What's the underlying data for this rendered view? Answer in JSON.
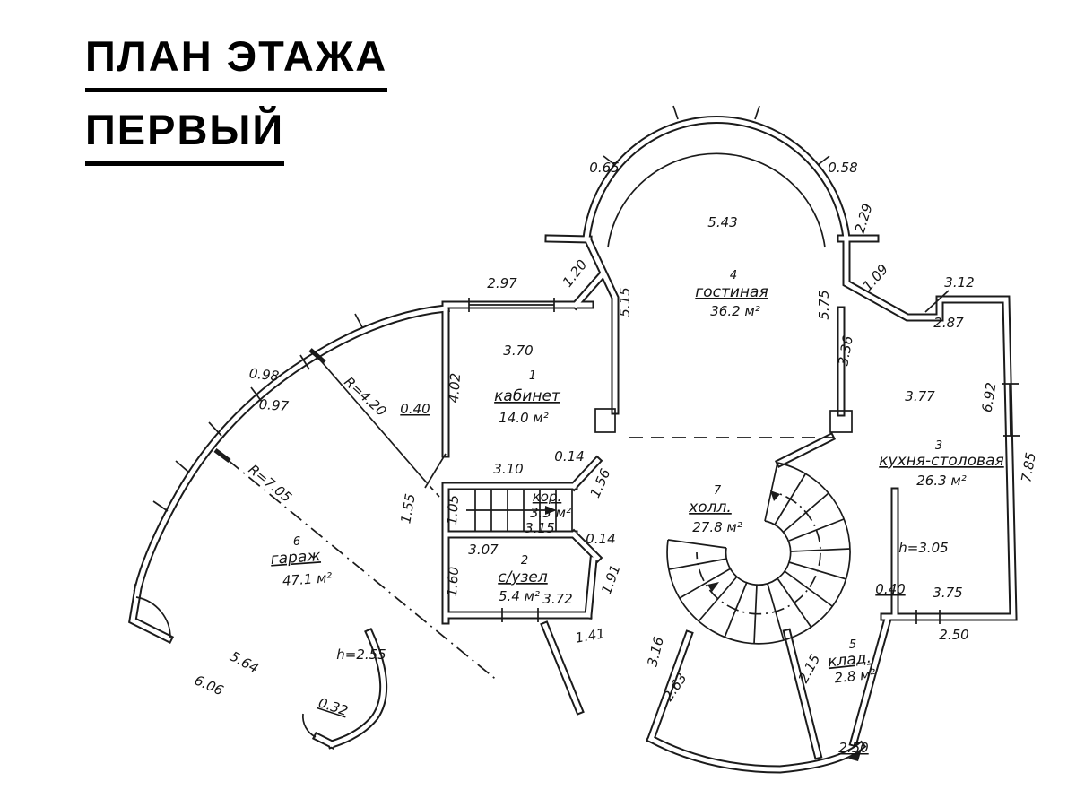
{
  "title": {
    "line1": "ПЛАН ЭТАЖА",
    "line2": "ПЕРВЫЙ"
  },
  "rooms": {
    "kabinet": {
      "num": "1",
      "name": "кабинет",
      "area": "14.0 м²"
    },
    "sanuzel": {
      "num": "2",
      "name": "с/узел",
      "area": "5.4 м²"
    },
    "kitchen": {
      "num": "3",
      "name": "кухня-столовая",
      "area": "26.3 м²"
    },
    "gostinaya": {
      "num": "4",
      "name": "гостиная",
      "area": "36.2 м²"
    },
    "klad": {
      "num": "5",
      "name": "клад.",
      "area": "2.8 м²"
    },
    "garage": {
      "num": "6",
      "name": "гараж",
      "area": "47.1 м²"
    },
    "hall": {
      "num": "7",
      "name": "холл.",
      "area": "27.8 м²"
    },
    "corridor": {
      "name": "кор.",
      "area": "3.3 м²"
    }
  },
  "dims": {
    "bay_left": "0.65",
    "bay_right": "0.58",
    "bay_width": "5.43",
    "gost_left": "5.15",
    "gost_right": "5.75",
    "gost_diag": "2.29",
    "gost_diag2": "1.09",
    "gost_inner": "3.36",
    "kit_top": "3.12",
    "kit_top2": "2.87",
    "kit_width": "3.77",
    "kit_win": "6.92",
    "kit_right": "7.85",
    "kit_height": "h=3.05",
    "kit_pier": "0.40",
    "kit_win2": "3.75",
    "kit_bottom": "2.50",
    "kab_win": "2.97",
    "kab_diag": "1.20",
    "kab_width": "3.70",
    "kab_left": "4.02",
    "gar_door": "0.40",
    "gar_r1": "R=4.20",
    "gar_r2": "R=7.05",
    "gar_arc1": "0.98",
    "gar_arc2": "0.97",
    "gar_wall": "1.55",
    "gar_height": "h=2.55",
    "gar_dim1": "5.64",
    "gar_dim2": "6.06",
    "ter_door": "0.32",
    "cor_top": "3.10",
    "cor_gap": "0.14",
    "cor_diag": "1.56",
    "cor_left": "1.05",
    "cor_bottom": "3.15",
    "su_top": "3.07",
    "su_gap": "0.14",
    "su_left": "1.60",
    "su_bottom": "3.72",
    "su_diag": "1.91",
    "hall_rad1": "1.41",
    "hall_rad2": "3.16",
    "hall_open": "2.63",
    "klad_side": "2.15",
    "ter_right": "2.50"
  }
}
